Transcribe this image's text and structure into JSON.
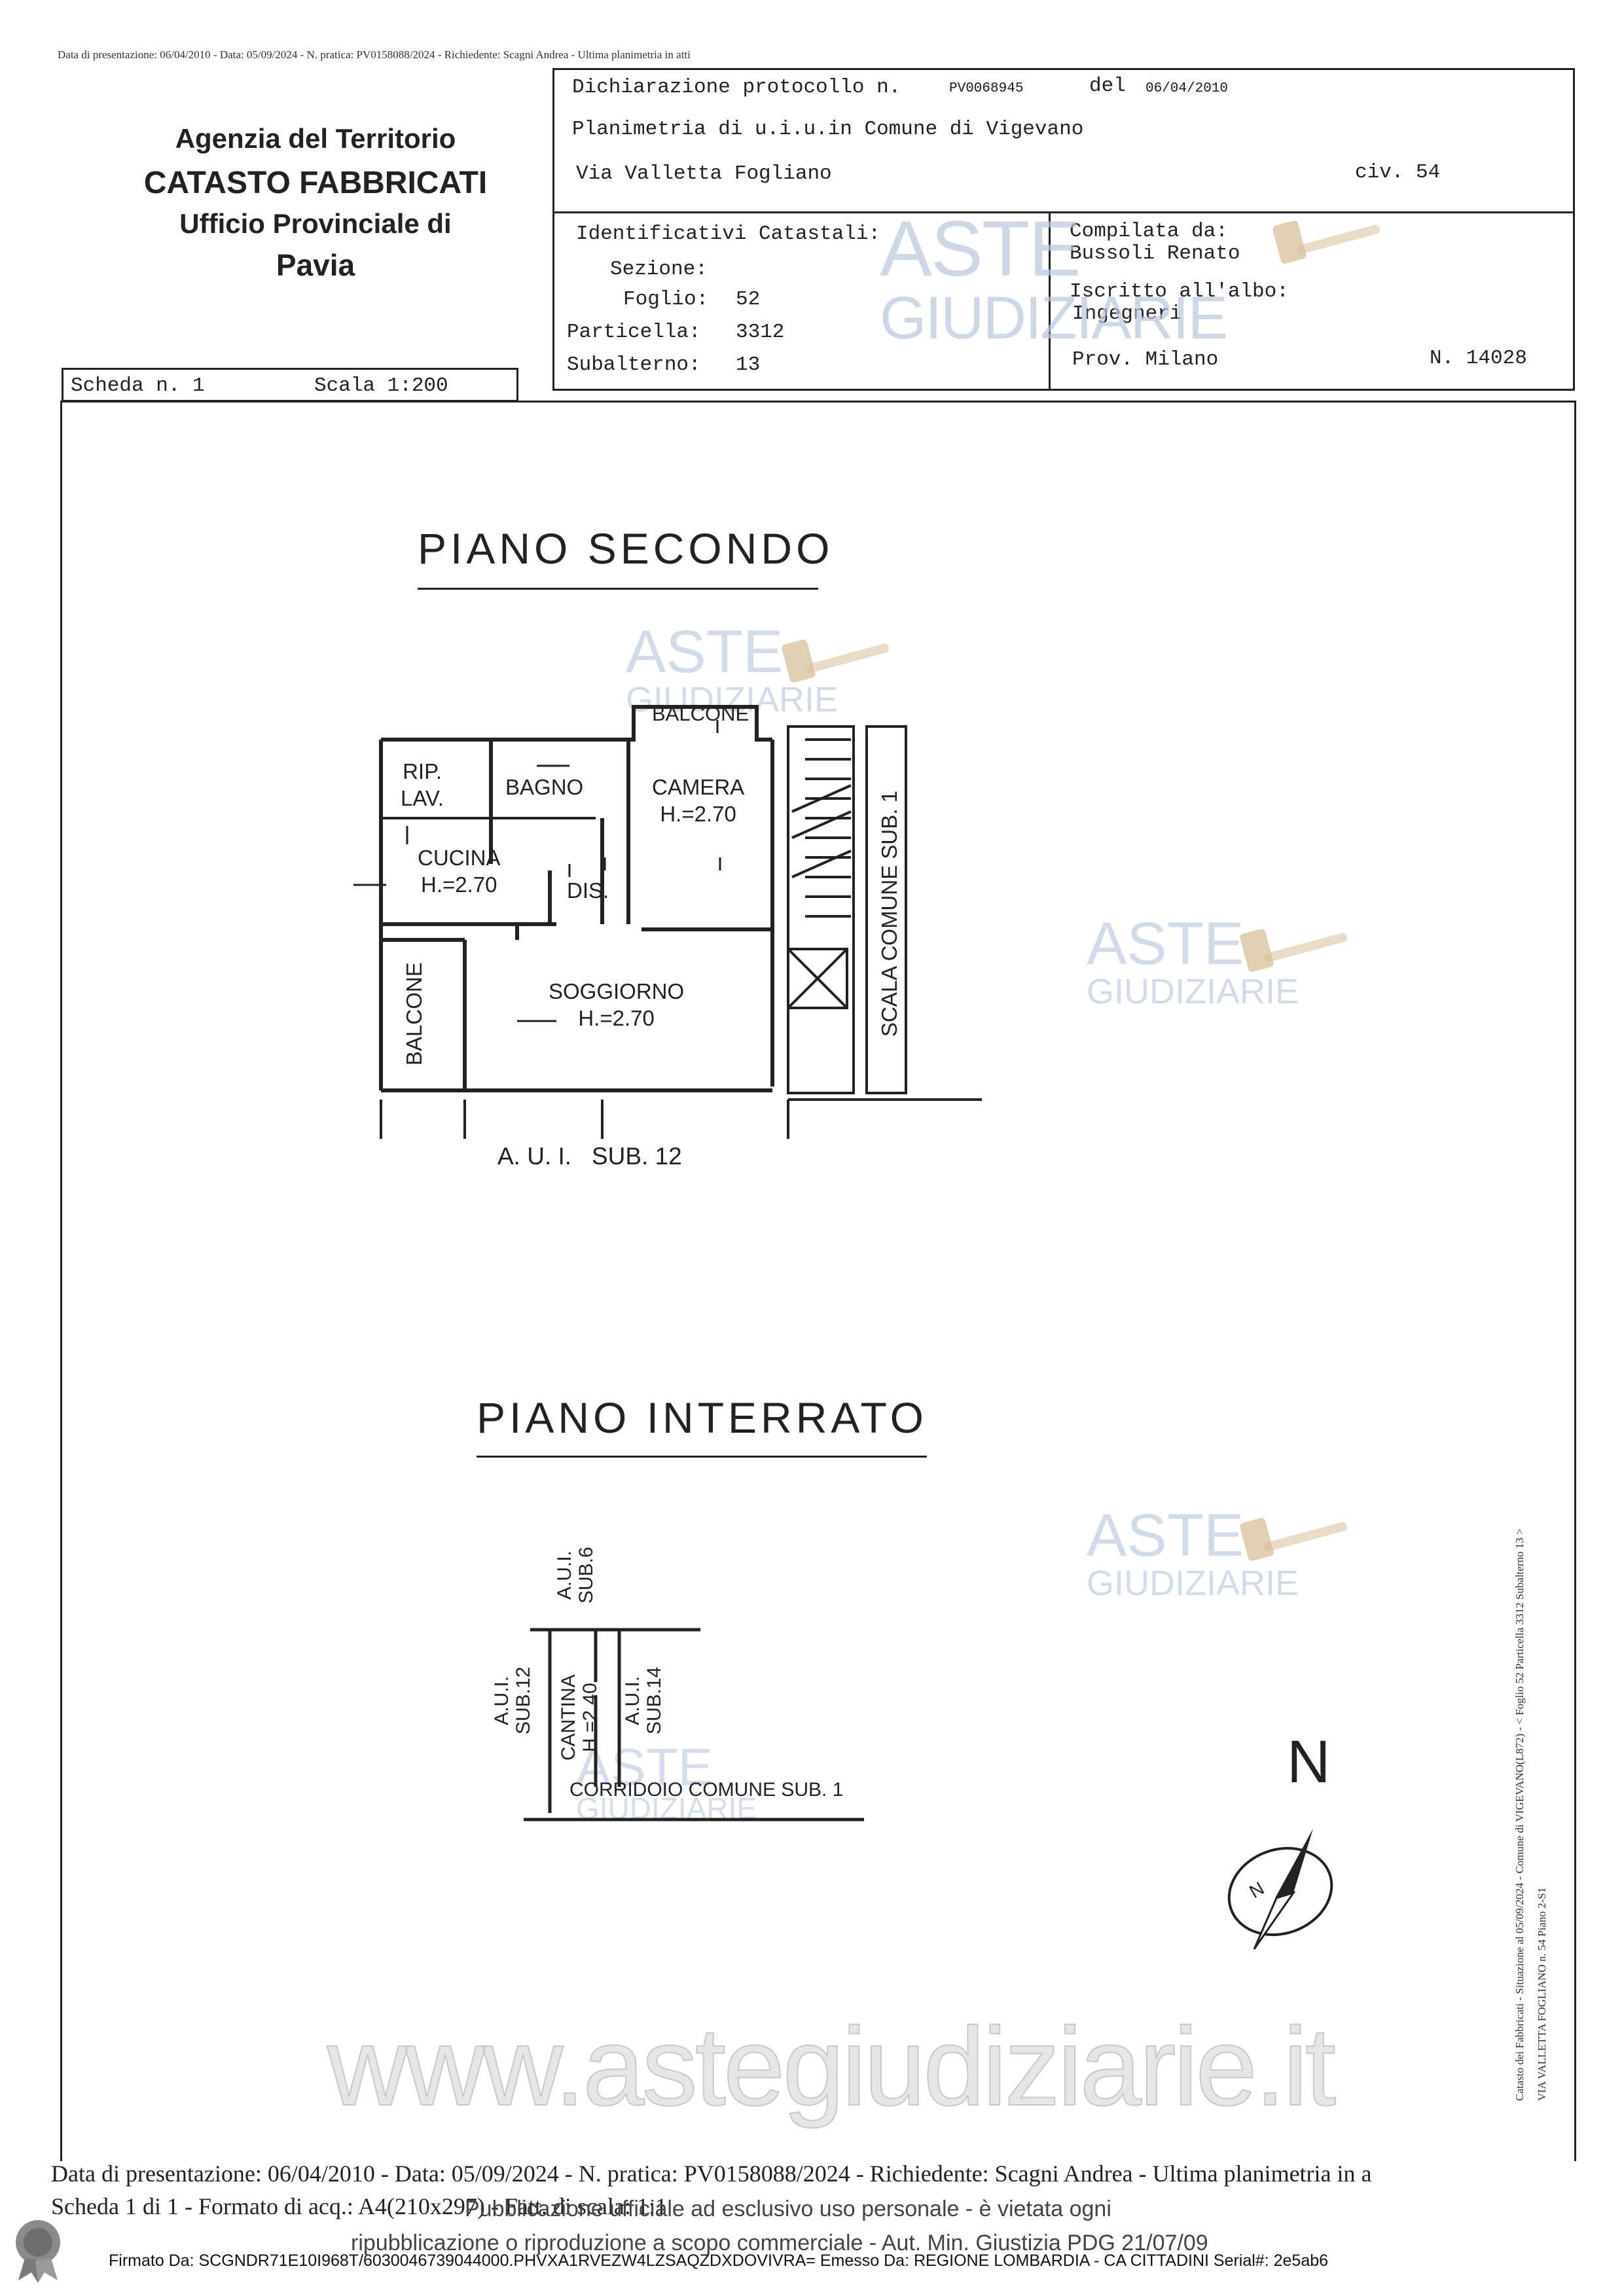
{
  "top_line": "Data di presentazione: 06/04/2010 - Data: 05/09/2024 - N. pratica: PV0158088/2024 - Richiedente: Scagni Andrea - Ultima planimetria in atti",
  "agency": {
    "line1": "Agenzia del Territorio",
    "line2": "CATASTO FABBRICATI",
    "line3": "Ufficio Provinciale di",
    "line4": "Pavia"
  },
  "header": {
    "decl_label": "Dichiarazione protocollo n.",
    "decl_number": "PV0068945",
    "del_label": "del",
    "del_date": "06/04/2010",
    "planimetria": "Planimetria di u.i.u.in Comune di Vigevano",
    "address": "Via Valletta Fogliano",
    "civ": "civ. 54"
  },
  "identificativi": {
    "title": "Identificativi Catastali:",
    "sezione_label": "Sezione:",
    "foglio_label": "Foglio:",
    "foglio_value": "52",
    "particella_label": "Particella:",
    "particella_value": "3312",
    "subalterno_label": "Subalterno:",
    "subalterno_value": "13"
  },
  "compilata": {
    "label": "Compilata da:",
    "name": "Bussoli Renato",
    "iscritto_label": "Iscritto all'albo:",
    "albo": "Ingegneri",
    "prov": "Prov. Milano",
    "number": "N. 14028"
  },
  "scheda": {
    "label": "Scheda n. 1",
    "scala": "Scala 1:200"
  },
  "plan_second": {
    "title": "PIANO SECONDO",
    "rooms": {
      "balcone_top": "BALCONE",
      "rip_lav": "RIP.\nLAV.",
      "bagno": "BAGNO",
      "camera": "CAMERA\nH.=2.70",
      "cucina": "CUCINA\nH.=2.70",
      "dis": "DIS.",
      "soggiorno": "SOGGIORNO\nH.=2.70",
      "balcone_side": "BALCONE",
      "scala": "SCALA COMUNE SUB. 1"
    },
    "below": "A. U. I.   SUB. 12"
  },
  "plan_basement": {
    "title": "PIANO INTERRATO",
    "labels": {
      "aui6": "A.U.I.\nSUB.6",
      "aui12": "A.U.I.\nSUB.12",
      "cantina": "CANTINA\nH.=2.40",
      "aui14": "A.U.I.\nSUB.14",
      "corridoio": "CORRIDOIO COMUNE SUB. 1"
    }
  },
  "north_label": "N",
  "compass_label": "N",
  "side_text": {
    "line1": "Catasto dei Fabbricati - Situazione al 05/09/2024 - Comune di VIGEVANO(L872) - < Foglio 52 Particella 3312 Subalterno 13 >",
    "line2": "VIA VALLETTA FOGLIANO n. 54 Piano 2-S1"
  },
  "watermarks": {
    "aste": "ASTE",
    "giudiziarie": "GIUDIZIARIE",
    "url": "www.astegiudiziarie.it"
  },
  "footer": {
    "line1": "Data di presentazione: 06/04/2010 - Data: 05/09/2024 - N. pratica: PV0158088/2024 - Richiedente: Scagni Andrea - Ultima planimetria in a",
    "line2": "Scheda 1 di 1 - Formato di acq.: A4(210x297) - Fatt. di scala: 1:1",
    "overlay1": "Pubblicazione ufficiale ad esclusivo uso personale - è vietata ogni",
    "overlay2": "ripubblicazione o riproduzione a scopo commerciale - Aut. Min. Giustizia PDG 21/07/09",
    "firmato": "Firmato Da: SCGNDR71E10I968T/6030046739044000.PHVXA1RVEZW4LZSAQZDXDOVIVRA= Emesso Da: REGIONE LOMBARDIA - CA CITTADINI Serial#: 2e5ab6"
  },
  "colors": {
    "ink": "#222222",
    "watermark": "#b9c8de",
    "seal": "#8a8a8a"
  }
}
